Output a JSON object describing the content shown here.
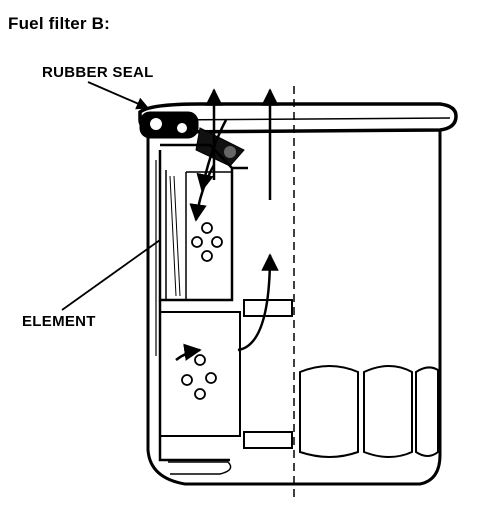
{
  "title": "Fuel filter B:",
  "callouts": {
    "rubber_seal": "RUBBER SEAL",
    "element": "ELEMENT"
  },
  "colors": {
    "ink": "#000000",
    "paper": "#ffffff"
  }
}
